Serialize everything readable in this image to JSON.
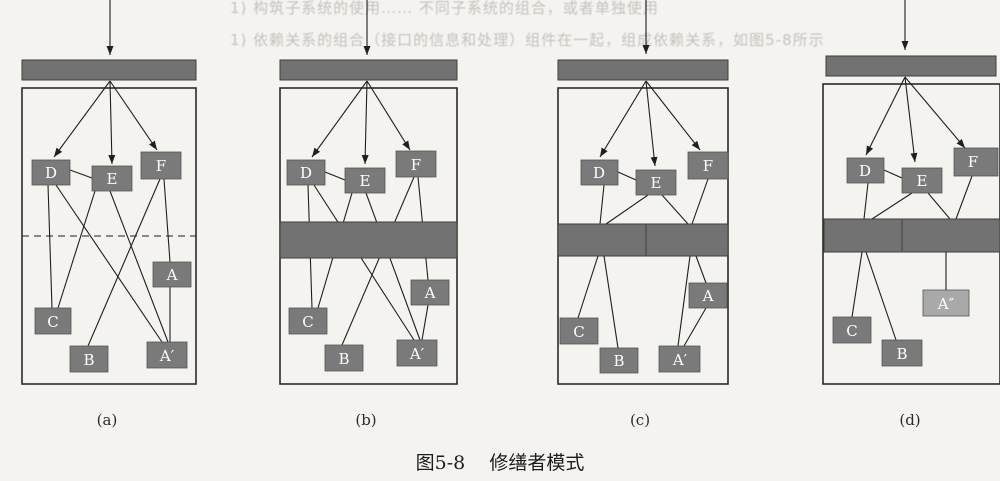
{
  "background_text": {
    "line1": "1) 构筑子系统的使用…… 不同子系统的组合，或者单独使用",
    "line2": "1) 依赖关系的组合（接口的信息和处理）组件在一起，组成依赖关系，如图5-8所示"
  },
  "figure": {
    "title": "图5-8    修缮者模式",
    "subfigures": [
      {
        "caption": "(a)",
        "nodes": {
          "D": "D",
          "E": "E",
          "F": "F",
          "A": "A",
          "C": "C",
          "B": "B",
          "A1": "A′"
        }
      },
      {
        "caption": "(b)",
        "nodes": {
          "D": "D",
          "E": "E",
          "F": "F",
          "A": "A",
          "C": "C",
          "B": "B",
          "A1": "A′"
        }
      },
      {
        "caption": "(c)",
        "nodes": {
          "D": "D",
          "E": "E",
          "F": "F",
          "A": "A",
          "C": "C",
          "B": "B",
          "A1": "A′"
        }
      },
      {
        "caption": "(d)",
        "nodes": {
          "D": "D",
          "E": "E",
          "F": "F",
          "C": "C",
          "B": "B",
          "A2": "A″"
        }
      }
    ]
  },
  "colors": {
    "bar": "#727272",
    "node": "#7a7a7a",
    "node_light": "#a9a9a9",
    "line": "#1f1f1f"
  }
}
